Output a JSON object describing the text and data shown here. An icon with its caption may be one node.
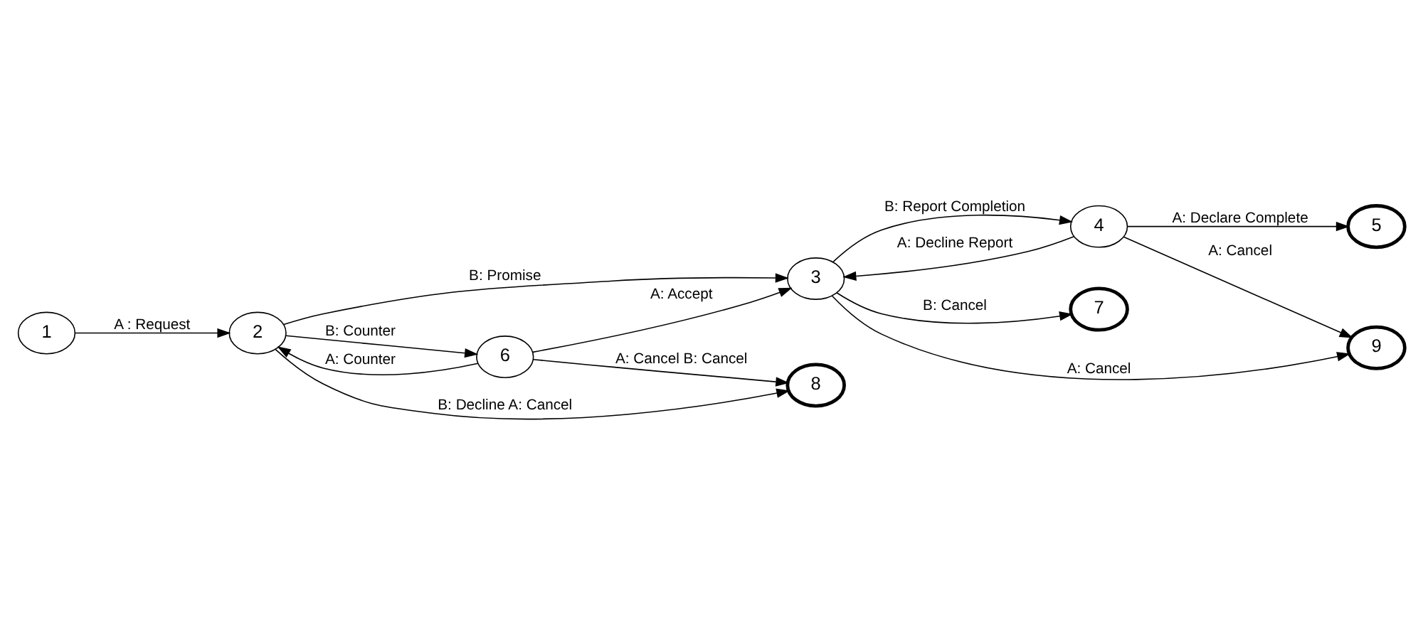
{
  "diagram": {
    "nodes": [
      {
        "text": [
          "1"
        ]
      },
      {
        "text": [
          "2"
        ]
      },
      {
        "text": [
          "3"
        ]
      },
      {
        "text": [
          "4"
        ]
      },
      {
        "text": [
          "5"
        ]
      },
      {
        "text": [
          "6"
        ]
      },
      {
        "text": [
          "7"
        ]
      },
      {
        "text": [
          "8"
        ]
      },
      {
        "text": [
          "9"
        ]
      }
    ],
    "edges": [
      {
        "from": 0,
        "to": 1,
        "arrow": "to",
        "label": "A : Request"
      },
      {
        "from": 1,
        "to": 2,
        "arrow": "to",
        "label": "B: Promise"
      },
      {
        "from": 3,
        "to": 2,
        "arrow": "to",
        "label": "A: Decline Report"
      },
      {
        "from": 2,
        "to": 3,
        "arrow": "to",
        "label": "B: Report Completion"
      },
      {
        "from": 3,
        "to": 4,
        "arrow": "to",
        "label": "A: Declare Complete"
      },
      {
        "from": 1,
        "to": 7,
        "arrow": "to",
        "label": "B: Decline A: Cancel"
      },
      {
        "from": 1,
        "to": 5,
        "arrow": "to",
        "label": "B: Counter"
      },
      {
        "from": 5,
        "to": 1,
        "arrow": "to",
        "label": "A: Counter"
      },
      {
        "from": 5,
        "to": 2,
        "arrow": "to",
        "label": "A: Accept"
      },
      {
        "from": 2,
        "to": 6,
        "arrow": "to",
        "label": "B: Cancel"
      },
      {
        "from": 3,
        "to": 8,
        "arrow": "to",
        "label": "A: Cancel"
      },
      {
        "from": 5,
        "to": 7,
        "arrow": "to",
        "label": "A: Cancel B: Cancel"
      },
      {
        "from": 2,
        "to": 8,
        "arrow": "to",
        "label": "A: Cancel"
      }
    ]
  }
}
